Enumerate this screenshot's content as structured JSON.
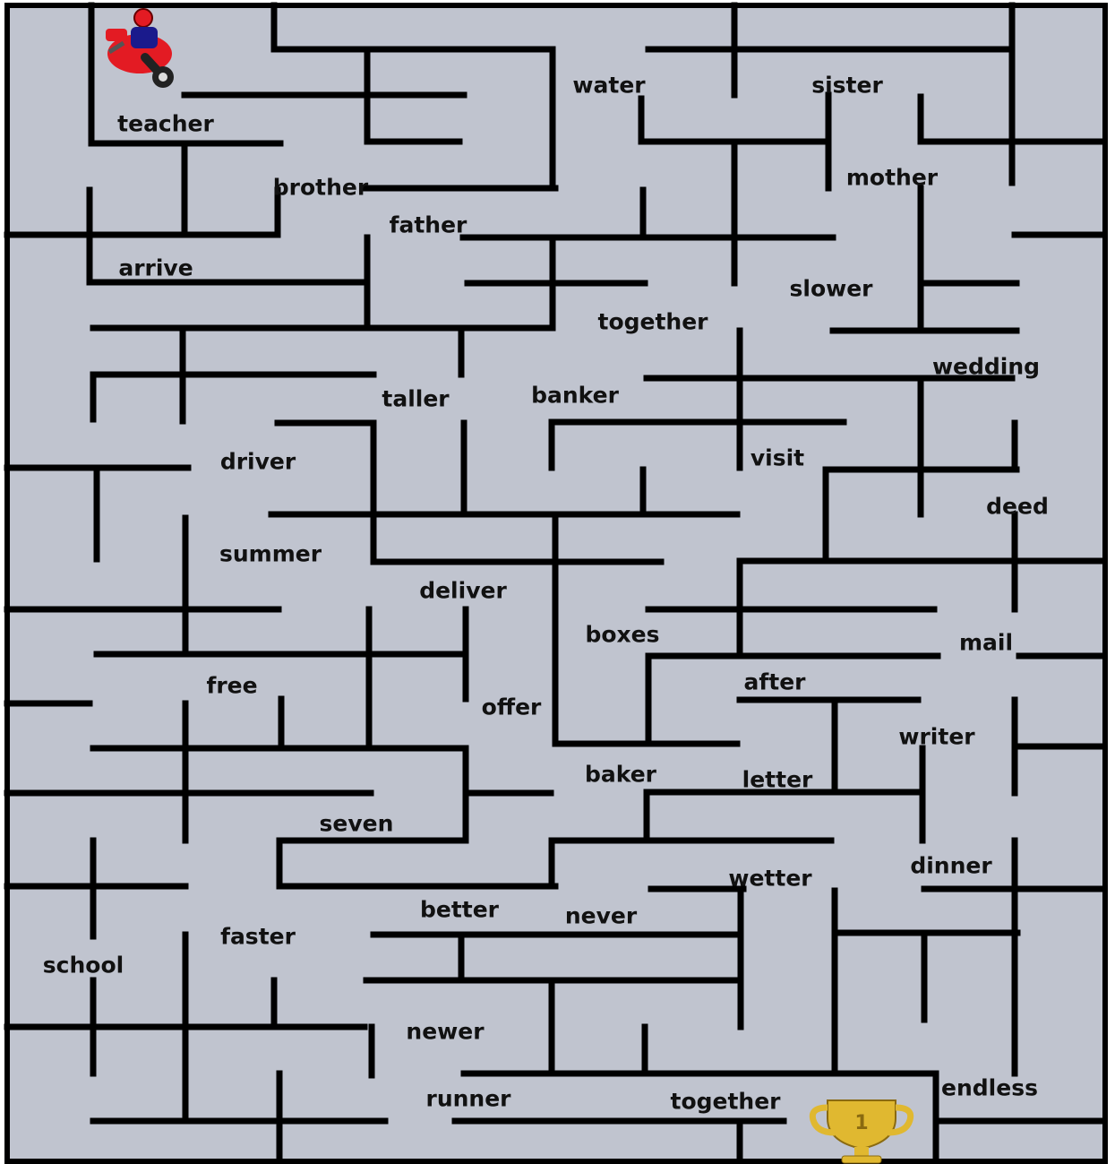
{
  "maze": {
    "words": [
      "teacher",
      "brother",
      "father",
      "water",
      "sister",
      "mother",
      "arrive",
      "slower",
      "together",
      "wedding",
      "taller",
      "banker",
      "driver",
      "visit",
      "deed",
      "summer",
      "deliver",
      "boxes",
      "mail",
      "free",
      "offer",
      "after",
      "writer",
      "baker",
      "letter",
      "seven",
      "dinner",
      "wetter",
      "better",
      "never",
      "faster",
      "school",
      "newer",
      "runner",
      "together",
      "endless"
    ],
    "start_icon": "motorcycle-rider-icon",
    "goal_icon": "trophy-icon",
    "colors": {
      "background": "#c0c4cf",
      "walls": "#000000",
      "trophy": "#e0b830",
      "bike": "#e31b23"
    }
  }
}
